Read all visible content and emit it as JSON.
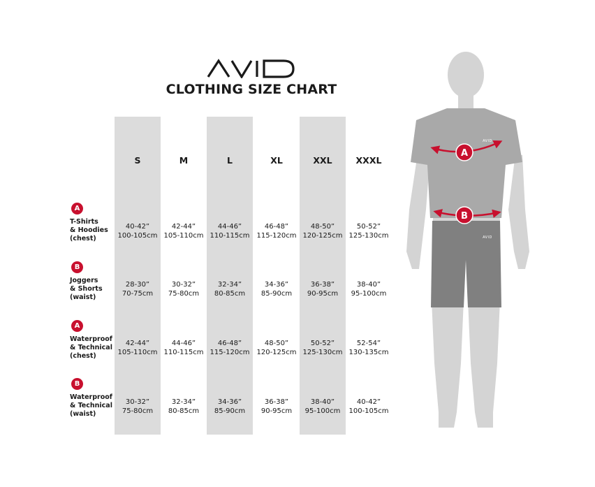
{
  "brand": {
    "logo_text": "AVID",
    "accent": "#c8102e"
  },
  "title": "CLOTHING SIZE CHART",
  "sizes": [
    "S",
    "M",
    "L",
    "XL",
    "XXL",
    "XXXL"
  ],
  "rows": [
    {
      "badge": "A",
      "label": "T-Shirts\n& Hoodies\n(chest)",
      "cells": [
        [
          "40-42”",
          "100-105cm"
        ],
        [
          "42-44”",
          "105-110cm"
        ],
        [
          "44-46”",
          "110-115cm"
        ],
        [
          "46-48”",
          "115-120cm"
        ],
        [
          "48-50”",
          "120-125cm"
        ],
        [
          "50-52”",
          "125-130cm"
        ]
      ]
    },
    {
      "badge": "B",
      "label": "Joggers\n& Shorts\n(waist)",
      "cells": [
        [
          "28-30”",
          "70-75cm"
        ],
        [
          "30-32”",
          "75-80cm"
        ],
        [
          "32-34”",
          "80-85cm"
        ],
        [
          "34-36”",
          "85-90cm"
        ],
        [
          "36-38”",
          "90-95cm"
        ],
        [
          "38-40”",
          "95-100cm"
        ]
      ]
    },
    {
      "badge": "A",
      "label": "Waterproof\n& Technical\n(chest)",
      "cells": [
        [
          "42-44”",
          "105-110cm"
        ],
        [
          "44-46”",
          "110-115cm"
        ],
        [
          "46-48”",
          "115-120cm"
        ],
        [
          "48-50”",
          "120-125cm"
        ],
        [
          "50-52”",
          "125-130cm"
        ],
        [
          "52-54”",
          "130-135cm"
        ]
      ]
    },
    {
      "badge": "B",
      "label": "Waterproof\n& Technical\n(waist)",
      "cells": [
        [
          "30-32”",
          "75-80cm"
        ],
        [
          "32-34”",
          "80-85cm"
        ],
        [
          "34-36”",
          "85-90cm"
        ],
        [
          "36-38”",
          "90-95cm"
        ],
        [
          "38-40”",
          "95-100cm"
        ],
        [
          "40-42”",
          "100-105cm"
        ]
      ]
    }
  ],
  "figure": {
    "marker_a": "A",
    "marker_b": "B",
    "shirt_logo": "AVID",
    "shorts_logo": "AVID"
  }
}
